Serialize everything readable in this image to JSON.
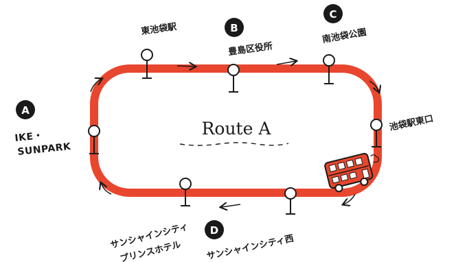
{
  "map": {
    "title": "Route A",
    "route_color": "#e8462e",
    "ink_color": "#1a1a1a",
    "bus_icon": "red-double-decker-bus-icon",
    "stops": {
      "higashi_ikebukuro_station": "東池袋駅",
      "toshima_ward_office": "豊島区役所",
      "minami_ikebukuro_park": "南池袋公園",
      "ikebukuro_east_exit": "池袋駅東口",
      "sunshine_city_west": "サンシャインシティ西",
      "sunshine_prince_line1": "サンシャインシティ",
      "sunshine_prince_line2": "プリンスホテル",
      "ike_sunpark_line1": "IKE・",
      "ike_sunpark_line2": "SUNPARK"
    },
    "badges": {
      "a": "A",
      "b": "B",
      "c": "C",
      "d": "D"
    }
  }
}
